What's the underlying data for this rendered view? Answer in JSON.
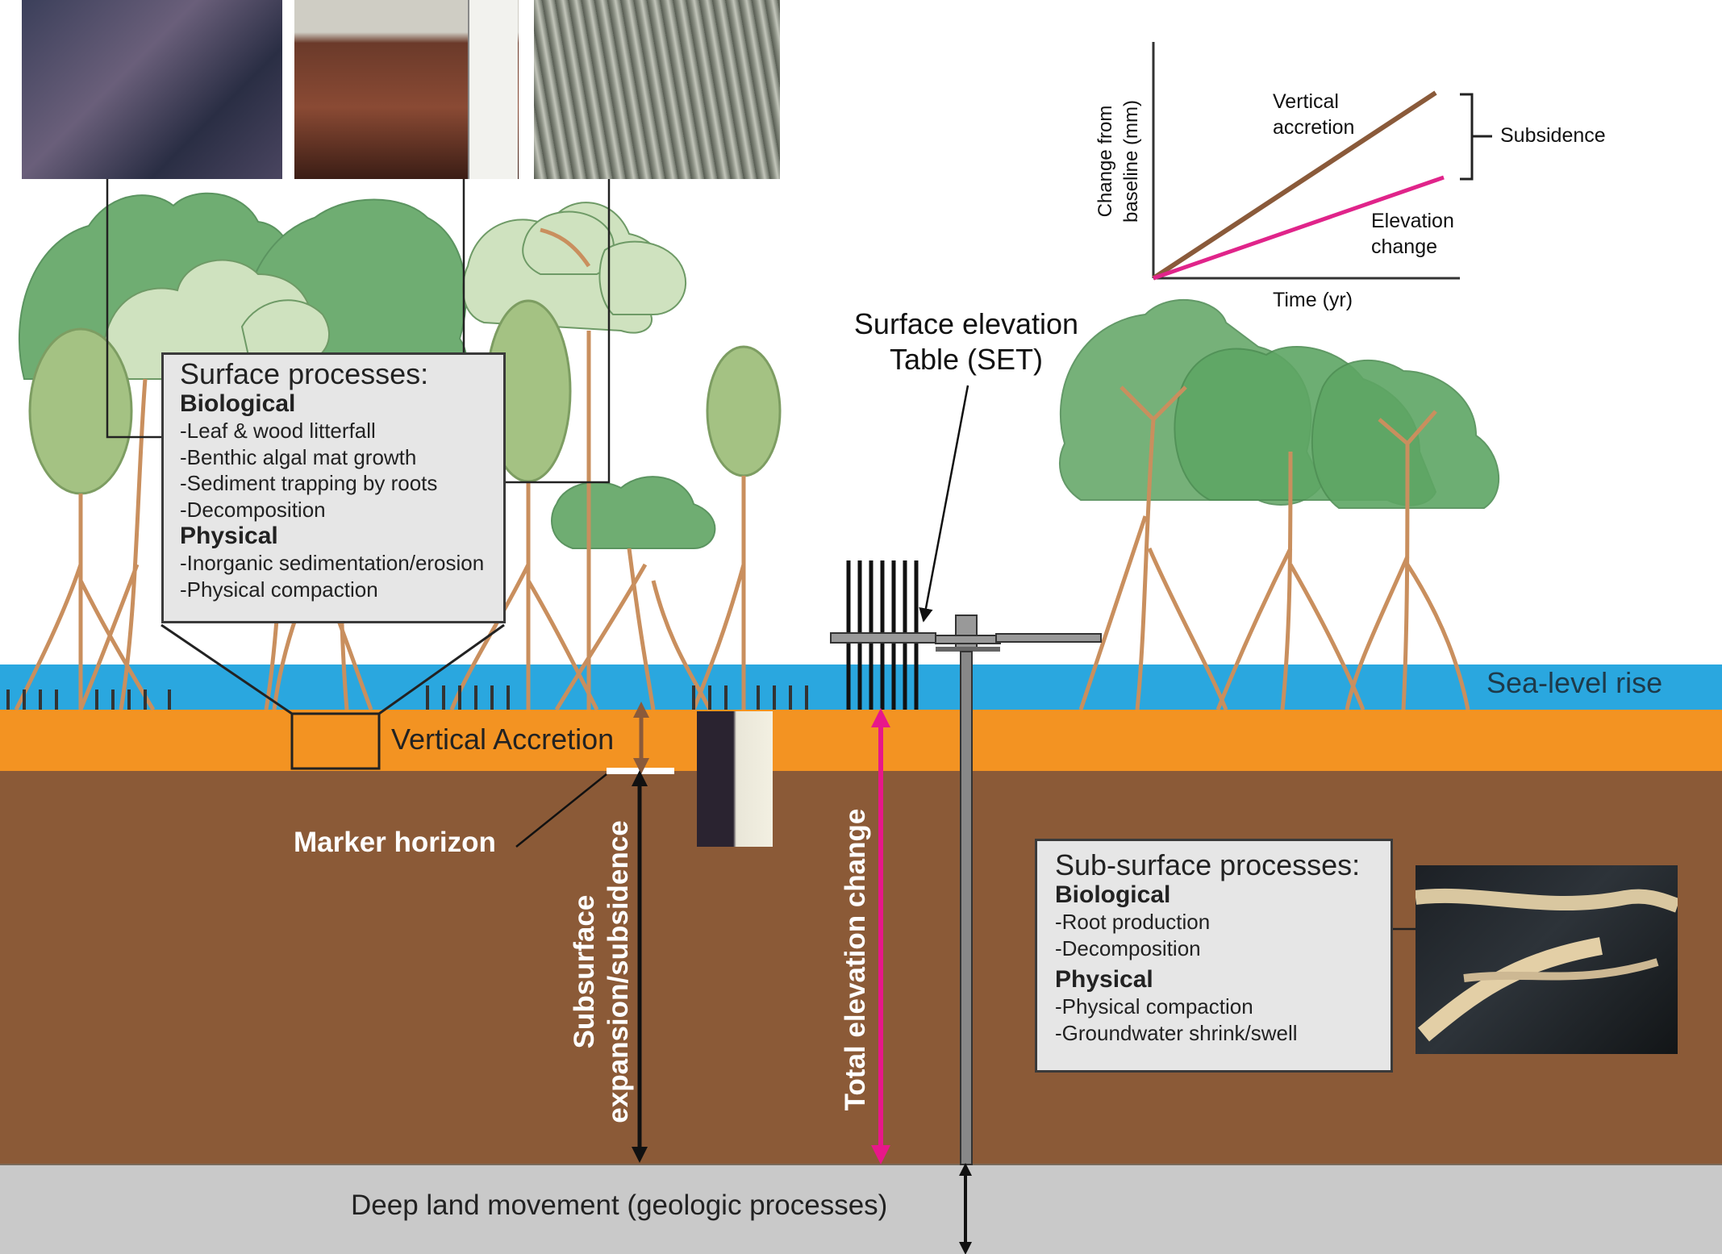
{
  "labels": {
    "sea_level_rise": "Sea-level rise",
    "vertical_accretion": "Vertical Accretion",
    "marker_horizon": "Marker horizon",
    "subsurface_line1": "Subsurface",
    "subsurface_line2": "expansion/subsidence",
    "total_elevation_change": "Total elevation change",
    "deep_land_movement": "Deep land movement (geologic processes)",
    "set_line1": "Surface elevation",
    "set_line2": "Table (SET)"
  },
  "surface_box": {
    "title": "Surface processes:",
    "biological_heading": "Biological",
    "biological_items": [
      "-Leaf & wood litterfall",
      "-Benthic algal mat growth",
      "-Sediment trapping by roots",
      "-Decomposition"
    ],
    "physical_heading": "Physical",
    "physical_items": [
      "-Inorganic sedimentation/erosion",
      "-Physical compaction"
    ]
  },
  "subsurface_box": {
    "title": "Sub-surface processes:",
    "biological_heading": "Biological",
    "biological_items": [
      "-Root production",
      "-Decomposition"
    ],
    "physical_heading": "Physical",
    "physical_items": [
      "-Physical compaction",
      "-Groundwater shrink/swell"
    ]
  },
  "inset_chart": {
    "ylabel_line1": "Change from",
    "ylabel_line2": "baseline (mm)",
    "xlabel": "Time (yr)",
    "vertical_accretion_line1": "Vertical",
    "vertical_accretion_line2": "accretion",
    "elevation_change_line1": "Elevation",
    "elevation_change_line2": "change",
    "subsidence": "Subsidence"
  },
  "photos": [
    "leaf-litter-photo",
    "algal-mat-photo",
    "roots-sediment-photo",
    "sediment-core-photo",
    "root-production-photo"
  ],
  "colors": {
    "water": "#2aa7df",
    "accretion": "#f39322",
    "soil": "#8b5a37",
    "bedrock": "#c9c9c9",
    "canopy_dark": "#6fad72",
    "canopy_light": "#cfe2bf",
    "trunk": "#c98f5e",
    "total_arrow": "#e8178a",
    "accretion_line": "#8a5a3a",
    "elevation_line": "#e0248a",
    "box_fill": "#e6e6e6"
  }
}
